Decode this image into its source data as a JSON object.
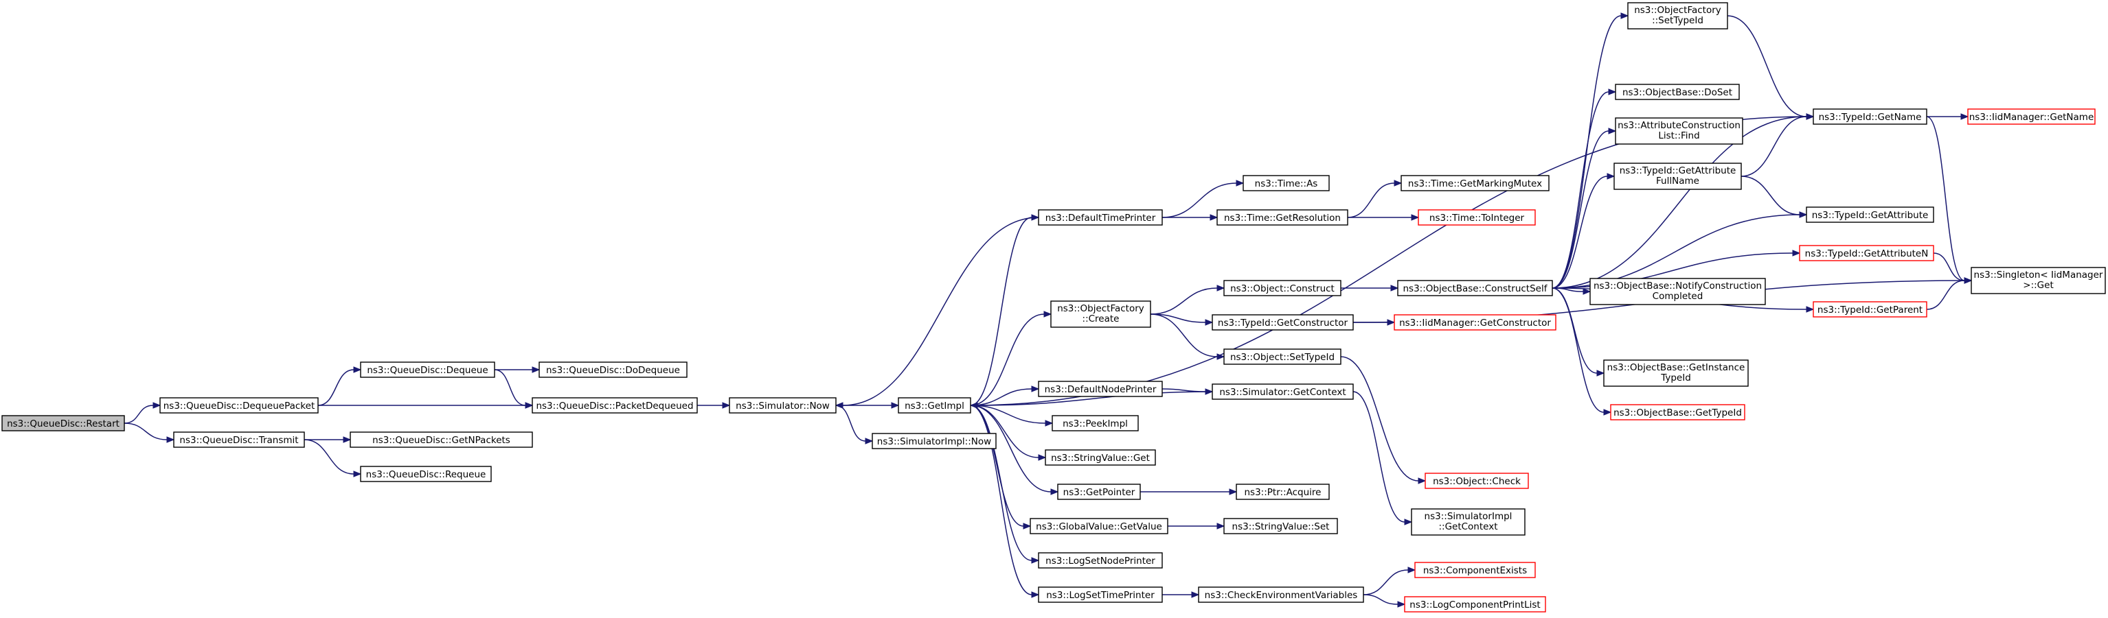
{
  "graph": {
    "nodes": [
      {
        "id": "restart",
        "lines": [
          "ns3::QueueDisc::Restart"
        ],
        "style": "root"
      },
      {
        "id": "dequeuePacket",
        "lines": [
          "ns3::QueueDisc::DequeuePacket"
        ],
        "style": "normal"
      },
      {
        "id": "transmit",
        "lines": [
          "ns3::QueueDisc::Transmit"
        ],
        "style": "normal"
      },
      {
        "id": "dequeue",
        "lines": [
          "ns3::QueueDisc::Dequeue"
        ],
        "style": "normal"
      },
      {
        "id": "packetDequeued",
        "lines": [
          "ns3::QueueDisc::PacketDequeued"
        ],
        "style": "normal"
      },
      {
        "id": "getNPackets",
        "lines": [
          "ns3::QueueDisc::GetNPackets"
        ],
        "style": "normal"
      },
      {
        "id": "requeue",
        "lines": [
          "ns3::QueueDisc::Requeue"
        ],
        "style": "normal"
      },
      {
        "id": "doDequeue",
        "lines": [
          "ns3::QueueDisc::DoDequeue"
        ],
        "style": "normal"
      },
      {
        "id": "simNow",
        "lines": [
          "ns3::Simulator::Now"
        ],
        "style": "normal"
      },
      {
        "id": "getImpl",
        "lines": [
          "ns3::GetImpl"
        ],
        "style": "normal"
      },
      {
        "id": "simImplNow",
        "lines": [
          "ns3::SimulatorImpl::Now"
        ],
        "style": "normal"
      },
      {
        "id": "defaultTimePrinter",
        "lines": [
          "ns3::DefaultTimePrinter"
        ],
        "style": "normal"
      },
      {
        "id": "objFactoryCreate",
        "lines": [
          "ns3::ObjectFactory",
          "::Create"
        ],
        "style": "normal"
      },
      {
        "id": "defaultNodePrinter",
        "lines": [
          "ns3::DefaultNodePrinter"
        ],
        "style": "normal"
      },
      {
        "id": "peekImpl",
        "lines": [
          "ns3::PeekImpl"
        ],
        "style": "normal"
      },
      {
        "id": "stringValueGet",
        "lines": [
          "ns3::StringValue::Get"
        ],
        "style": "normal"
      },
      {
        "id": "getPointer",
        "lines": [
          "ns3::GetPointer"
        ],
        "style": "normal"
      },
      {
        "id": "globalValueGetValue",
        "lines": [
          "ns3::GlobalValue::GetValue"
        ],
        "style": "normal"
      },
      {
        "id": "logSetNodePrinter",
        "lines": [
          "ns3::LogSetNodePrinter"
        ],
        "style": "normal"
      },
      {
        "id": "logSetTimePrinter",
        "lines": [
          "ns3::LogSetTimePrinter"
        ],
        "style": "normal"
      },
      {
        "id": "timeAs",
        "lines": [
          "ns3::Time::As"
        ],
        "style": "normal"
      },
      {
        "id": "timeGetResolution",
        "lines": [
          "ns3::Time::GetResolution"
        ],
        "style": "normal"
      },
      {
        "id": "objectConstruct",
        "lines": [
          "ns3::Object::Construct"
        ],
        "style": "normal"
      },
      {
        "id": "typeIdGetConstructor",
        "lines": [
          "ns3::TypeId::GetConstructor"
        ],
        "style": "normal"
      },
      {
        "id": "objectSetTypeId",
        "lines": [
          "ns3::Object::SetTypeId"
        ],
        "style": "normal"
      },
      {
        "id": "simGetContext",
        "lines": [
          "ns3::Simulator::GetContext"
        ],
        "style": "normal"
      },
      {
        "id": "ptrAcquire",
        "lines": [
          "ns3::Ptr::Acquire"
        ],
        "style": "normal"
      },
      {
        "id": "stringValueSet",
        "lines": [
          "ns3::StringValue::Set"
        ],
        "style": "normal"
      },
      {
        "id": "checkEnvVars",
        "lines": [
          "ns3::CheckEnvironmentVariables"
        ],
        "style": "normal"
      },
      {
        "id": "timeGetMarkingMutex",
        "lines": [
          "ns3::Time::GetMarkingMutex"
        ],
        "style": "normal"
      },
      {
        "id": "timeToInteger",
        "lines": [
          "ns3::Time::ToInteger"
        ],
        "style": "red"
      },
      {
        "id": "objBaseConstructSelf",
        "lines": [
          "ns3::ObjectBase::ConstructSelf"
        ],
        "style": "normal"
      },
      {
        "id": "iidMgrGetConstructor",
        "lines": [
          "ns3::IidManager::GetConstructor"
        ],
        "style": "red"
      },
      {
        "id": "objectCheck",
        "lines": [
          "ns3::Object::Check"
        ],
        "style": "red"
      },
      {
        "id": "simImplGetContext",
        "lines": [
          "ns3::SimulatorImpl",
          "::GetContext"
        ],
        "style": "normal"
      },
      {
        "id": "componentExists",
        "lines": [
          "ns3::ComponentExists"
        ],
        "style": "red"
      },
      {
        "id": "logComponentPrintList",
        "lines": [
          "ns3::LogComponentPrintList"
        ],
        "style": "red"
      },
      {
        "id": "objFactorySetTypeId",
        "lines": [
          "ns3::ObjectFactory",
          "::SetTypeId"
        ],
        "style": "normal"
      },
      {
        "id": "objBaseDoSet",
        "lines": [
          "ns3::ObjectBase::DoSet"
        ],
        "style": "normal"
      },
      {
        "id": "attrConstructionListFind",
        "lines": [
          "ns3::AttributeConstruction",
          "List::Find"
        ],
        "style": "normal"
      },
      {
        "id": "typeIdGetAttributeFullName",
        "lines": [
          "ns3::TypeId::GetAttribute",
          "FullName"
        ],
        "style": "normal"
      },
      {
        "id": "objBaseNotifyConstructionCompleted",
        "lines": [
          "ns3::ObjectBase::NotifyConstruction",
          "Completed"
        ],
        "style": "normal"
      },
      {
        "id": "objBaseGetInstanceTypeId",
        "lines": [
          "ns3::ObjectBase::GetInstance",
          "TypeId"
        ],
        "style": "normal"
      },
      {
        "id": "objBaseGetTypeId",
        "lines": [
          "ns3::ObjectBase::GetTypeId"
        ],
        "style": "red"
      },
      {
        "id": "typeIdGetName",
        "lines": [
          "ns3::TypeId::GetName"
        ],
        "style": "normal"
      },
      {
        "id": "typeIdGetAttribute",
        "lines": [
          "ns3::TypeId::GetAttribute"
        ],
        "style": "normal"
      },
      {
        "id": "typeIdGetAttributeN",
        "lines": [
          "ns3::TypeId::GetAttributeN"
        ],
        "style": "red"
      },
      {
        "id": "typeIdGetParent",
        "lines": [
          "ns3::TypeId::GetParent"
        ],
        "style": "red"
      },
      {
        "id": "iidMgrGetName",
        "lines": [
          "ns3::IidManager::GetName"
        ],
        "style": "red"
      },
      {
        "id": "singletonGet",
        "lines": [
          "ns3::Singleton< IidManager",
          " >::Get"
        ],
        "style": "normal"
      }
    ],
    "edges": [
      [
        "restart",
        "dequeuePacket"
      ],
      [
        "restart",
        "transmit"
      ],
      [
        "dequeuePacket",
        "dequeue"
      ],
      [
        "dequeuePacket",
        "packetDequeued"
      ],
      [
        "dequeue",
        "doDequeue"
      ],
      [
        "dequeue",
        "packetDequeued"
      ],
      [
        "transmit",
        "getNPackets"
      ],
      [
        "transmit",
        "requeue"
      ],
      [
        "packetDequeued",
        "simNow"
      ],
      [
        "simNow",
        "getImpl"
      ],
      [
        "simNow",
        "simImplNow"
      ],
      [
        "getImpl",
        "defaultTimePrinter"
      ],
      [
        "getImpl",
        "objFactoryCreate"
      ],
      [
        "getImpl",
        "defaultNodePrinter"
      ],
      [
        "getImpl",
        "peekImpl"
      ],
      [
        "getImpl",
        "stringValueGet"
      ],
      [
        "getImpl",
        "getPointer"
      ],
      [
        "getImpl",
        "globalValueGetValue"
      ],
      [
        "getImpl",
        "logSetNodePrinter"
      ],
      [
        "getImpl",
        "logSetTimePrinter"
      ],
      [
        "getImpl",
        "typeIdGetName"
      ],
      [
        "defaultTimePrinter",
        "simNow"
      ],
      [
        "defaultTimePrinter",
        "timeAs"
      ],
      [
        "defaultTimePrinter",
        "timeGetResolution"
      ],
      [
        "timeGetResolution",
        "timeGetMarkingMutex"
      ],
      [
        "timeGetResolution",
        "timeToInteger"
      ],
      [
        "objFactoryCreate",
        "objectConstruct"
      ],
      [
        "objFactoryCreate",
        "typeIdGetConstructor"
      ],
      [
        "objFactoryCreate",
        "objectSetTypeId"
      ],
      [
        "objectConstruct",
        "objBaseConstructSelf"
      ],
      [
        "typeIdGetConstructor",
        "iidMgrGetConstructor"
      ],
      [
        "typeIdGetConstructor",
        "singletonGet"
      ],
      [
        "objectSetTypeId",
        "objectCheck"
      ],
      [
        "defaultNodePrinter",
        "simGetContext"
      ],
      [
        "simGetContext",
        "getImpl"
      ],
      [
        "simGetContext",
        "simImplGetContext"
      ],
      [
        "getPointer",
        "ptrAcquire"
      ],
      [
        "globalValueGetValue",
        "stringValueSet"
      ],
      [
        "logSetTimePrinter",
        "checkEnvVars"
      ],
      [
        "checkEnvVars",
        "componentExists"
      ],
      [
        "checkEnvVars",
        "logComponentPrintList"
      ],
      [
        "objBaseConstructSelf",
        "objFactorySetTypeId"
      ],
      [
        "objBaseConstructSelf",
        "objBaseDoSet"
      ],
      [
        "objBaseConstructSelf",
        "attrConstructionListFind"
      ],
      [
        "objBaseConstructSelf",
        "typeIdGetAttributeFullName"
      ],
      [
        "objBaseConstructSelf",
        "typeIdGetName"
      ],
      [
        "objBaseConstructSelf",
        "typeIdGetAttribute"
      ],
      [
        "objBaseConstructSelf",
        "typeIdGetAttributeN"
      ],
      [
        "objBaseConstructSelf",
        "objBaseNotifyConstructionCompleted"
      ],
      [
        "objBaseConstructSelf",
        "typeIdGetParent"
      ],
      [
        "objBaseConstructSelf",
        "objBaseGetInstanceTypeId"
      ],
      [
        "objBaseConstructSelf",
        "objBaseGetTypeId"
      ],
      [
        "objFactorySetTypeId",
        "typeIdGetName"
      ],
      [
        "typeIdGetAttributeFullName",
        "typeIdGetName"
      ],
      [
        "typeIdGetAttributeFullName",
        "typeIdGetAttribute"
      ],
      [
        "typeIdGetName",
        "iidMgrGetName"
      ],
      [
        "typeIdGetName",
        "singletonGet"
      ],
      [
        "typeIdGetAttributeN",
        "singletonGet"
      ],
      [
        "typeIdGetParent",
        "singletonGet"
      ]
    ]
  },
  "colors": {
    "edge": "#191970",
    "node_border": "#000000",
    "node_border_external": "#ff0000",
    "root_fill": "#bfbfbf",
    "node_fill": "#ffffff"
  }
}
